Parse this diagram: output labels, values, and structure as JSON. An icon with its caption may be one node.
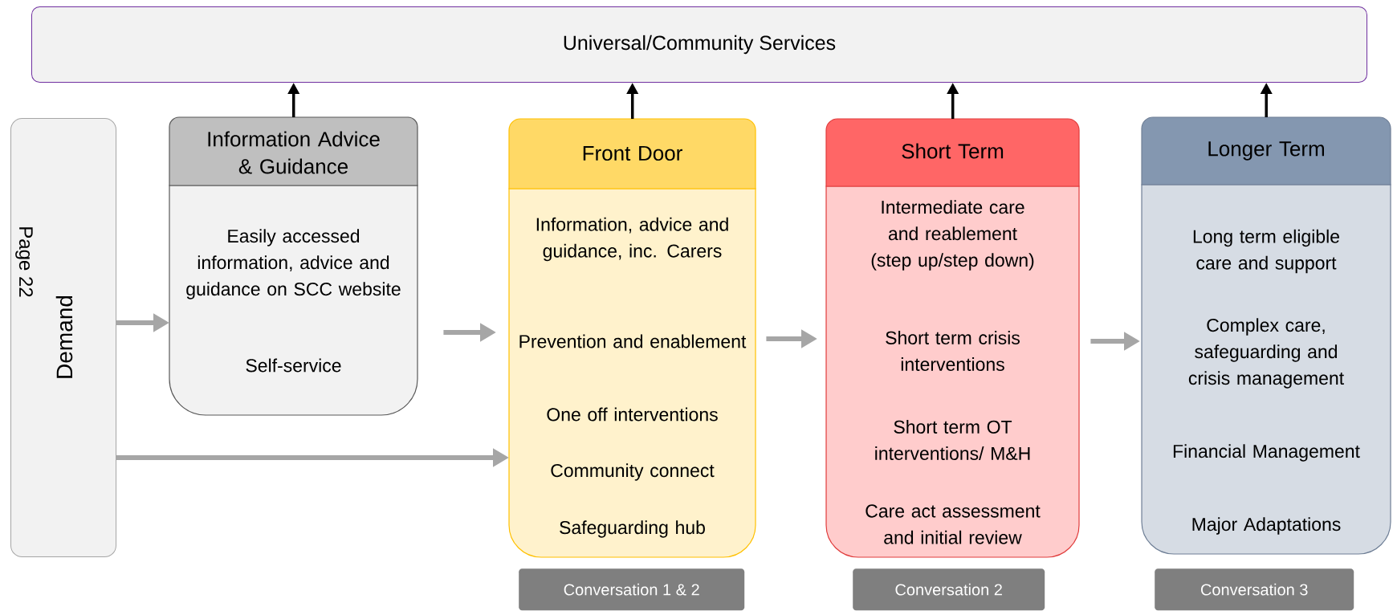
{
  "diagram": {
    "nodes": [
      {
        "text": [
          "Universal/Community Services"
        ]
      },
      {
        "text": [
          "Demand"
        ]
      },
      {
        "text": [
          "Information Advice & Guidance",
          "Easily accessed information, advice and guidance on SCC website",
          "Self-service"
        ]
      },
      {
        "text": [
          "Front Door",
          "Information, advice and guidance, inc. Carers",
          "Prevention and enablement",
          "One off interventions",
          "Community connect",
          "Safeguarding hub"
        ]
      },
      {
        "text": [
          "Short Term",
          "Intermediate care and reablement (step up/step down)",
          "Short term crisis interventions",
          "Short term OT interventions/ M&H",
          "Care act assessment and initial review"
        ]
      },
      {
        "text": [
          "Longer Term",
          "Long term eligible care and support",
          "Complex care, safeguarding and crisis management",
          "Financial Management",
          "Major Adaptations"
        ]
      },
      {
        "text": [
          "Conversation 1 & 2"
        ]
      },
      {
        "text": [
          "Conversation 2"
        ]
      },
      {
        "text": [
          "Conversation 3"
        ]
      }
    ],
    "edges": [
      {
        "from": 1,
        "to": 2,
        "arrow": "to"
      },
      {
        "from": 2,
        "to": 3,
        "arrow": "to"
      },
      {
        "from": 1,
        "to": 3,
        "arrow": "to"
      },
      {
        "from": 3,
        "to": 4,
        "arrow": "to"
      },
      {
        "from": 4,
        "to": 5,
        "arrow": "to"
      },
      {
        "from": 2,
        "to": 0,
        "arrow": "to",
        "color": "#000000"
      },
      {
        "from": 3,
        "to": 0,
        "arrow": "to",
        "color": "#000000"
      },
      {
        "from": 4,
        "to": 0,
        "arrow": "to",
        "color": "#000000"
      },
      {
        "from": 5,
        "to": 0,
        "arrow": "to",
        "color": "#000000"
      }
    ],
    "labels": [
      "Page 22"
    ]
  }
}
